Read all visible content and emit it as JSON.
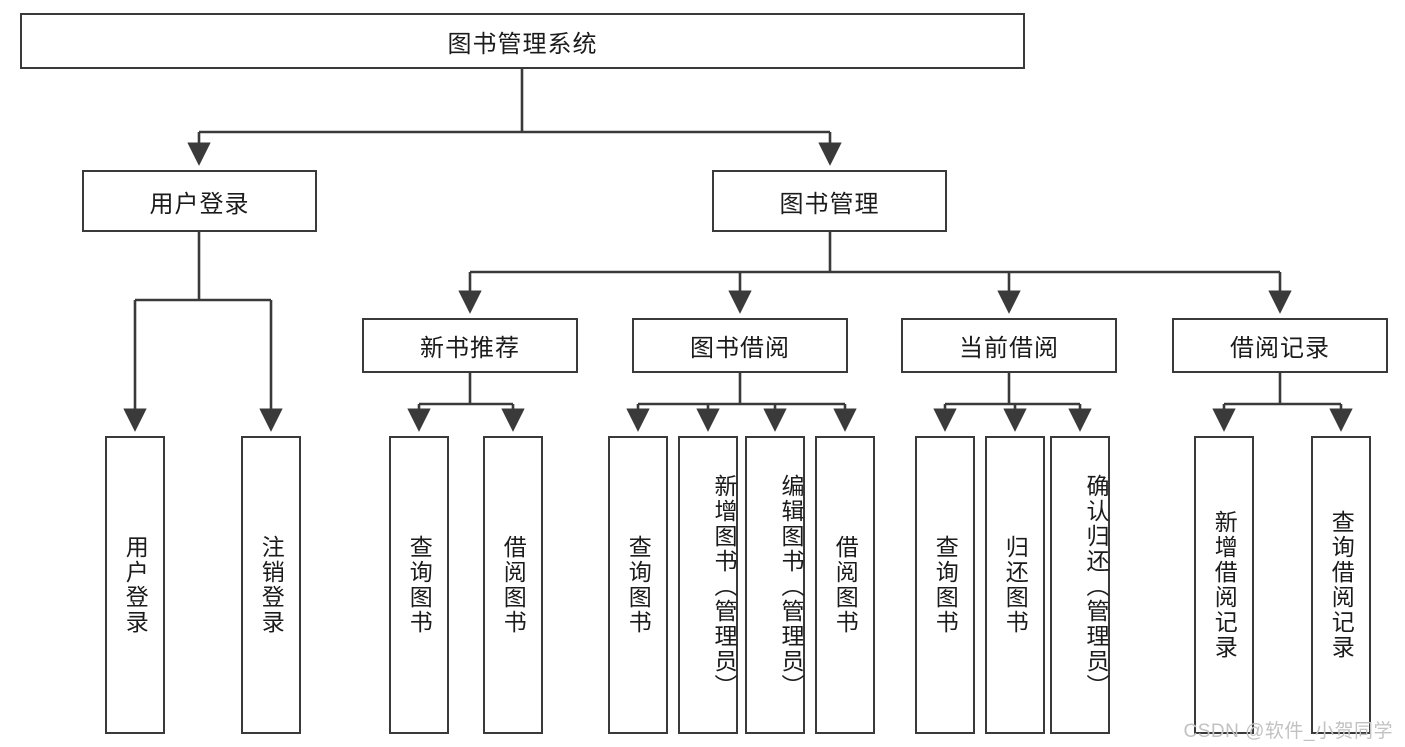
{
  "diagram": {
    "type": "tree-hierarchy-flowchart",
    "title_node": {
      "label": "图书管理系统"
    },
    "level2": [
      {
        "key": "user-login",
        "label": "用户登录"
      },
      {
        "key": "book-management",
        "label": "图书管理"
      }
    ],
    "level3": [
      {
        "key": "new-book-recommend",
        "label": "新书推荐"
      },
      {
        "key": "book-borrow",
        "label": "图书借阅"
      },
      {
        "key": "current-borrow",
        "label": "当前借阅"
      },
      {
        "key": "borrow-record",
        "label": "借阅记录"
      }
    ],
    "leaves": {
      "user_login": [
        {
          "key": "user-login-leaf",
          "label": "用户登录"
        },
        {
          "key": "logout-leaf",
          "label": "注销登录"
        }
      ],
      "new_book_recommend": [
        {
          "key": "query-book-1",
          "label": "查询图书"
        },
        {
          "key": "borrow-book-1",
          "label": "借阅图书"
        }
      ],
      "book_borrow": [
        {
          "key": "query-book-2",
          "label": "查询图书"
        },
        {
          "key": "add-book-admin",
          "label": "新增图书（管理员）"
        },
        {
          "key": "edit-book-admin",
          "label": "编辑图书（管理员）"
        },
        {
          "key": "borrow-book-2",
          "label": "借阅图书"
        }
      ],
      "current_borrow": [
        {
          "key": "query-book-3",
          "label": "查询图书"
        },
        {
          "key": "return-book",
          "label": "归还图书"
        },
        {
          "key": "confirm-return-admin",
          "label": "确认归还（管理员）"
        }
      ],
      "borrow_record": [
        {
          "key": "add-borrow-record",
          "label": "新增借阅记录"
        },
        {
          "key": "query-borrow-record",
          "label": "查询借阅记录"
        }
      ]
    },
    "colors": {
      "box_border": "#3a3a3a",
      "box_fill": "#ffffff",
      "connector": "#3a3a3a",
      "text": "#1b1b1b",
      "watermark": "#c2c2c2"
    }
  },
  "watermark": {
    "text": "CSDN @软件_小贺同学"
  }
}
